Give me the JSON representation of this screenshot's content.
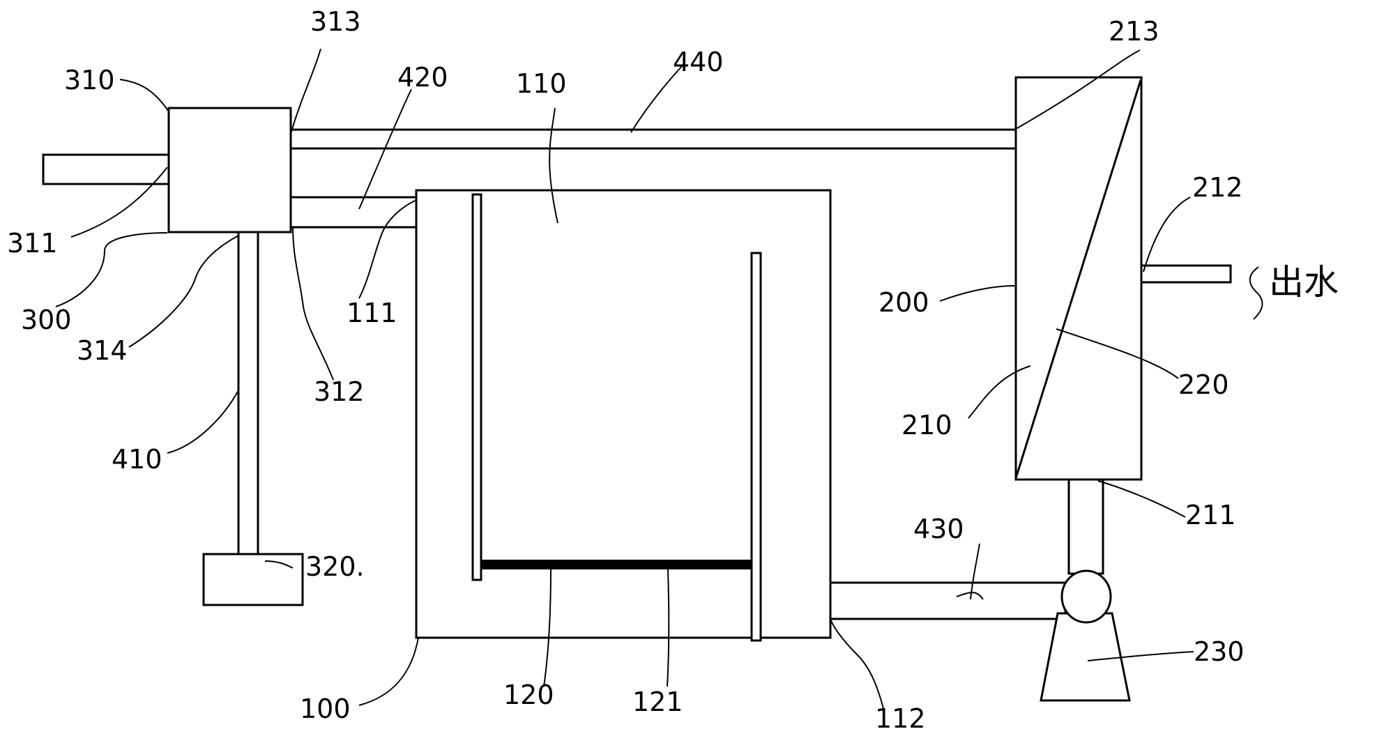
{
  "labels": {
    "l100": "100",
    "l110": "110",
    "l111": "111",
    "l112": "112",
    "l120": "120",
    "l121": "121",
    "l200": "200",
    "l210": "210",
    "l211": "211",
    "l212": "212",
    "l213": "213",
    "l220": "220",
    "l230": "230",
    "l300": "300",
    "l310": "310",
    "l311": "311",
    "l312": "312",
    "l313": "313",
    "l314": "314",
    "l320": "320.",
    "l410": "410",
    "l420": "420",
    "l430": "430",
    "l440": "440"
  },
  "outlet_text": "出水"
}
